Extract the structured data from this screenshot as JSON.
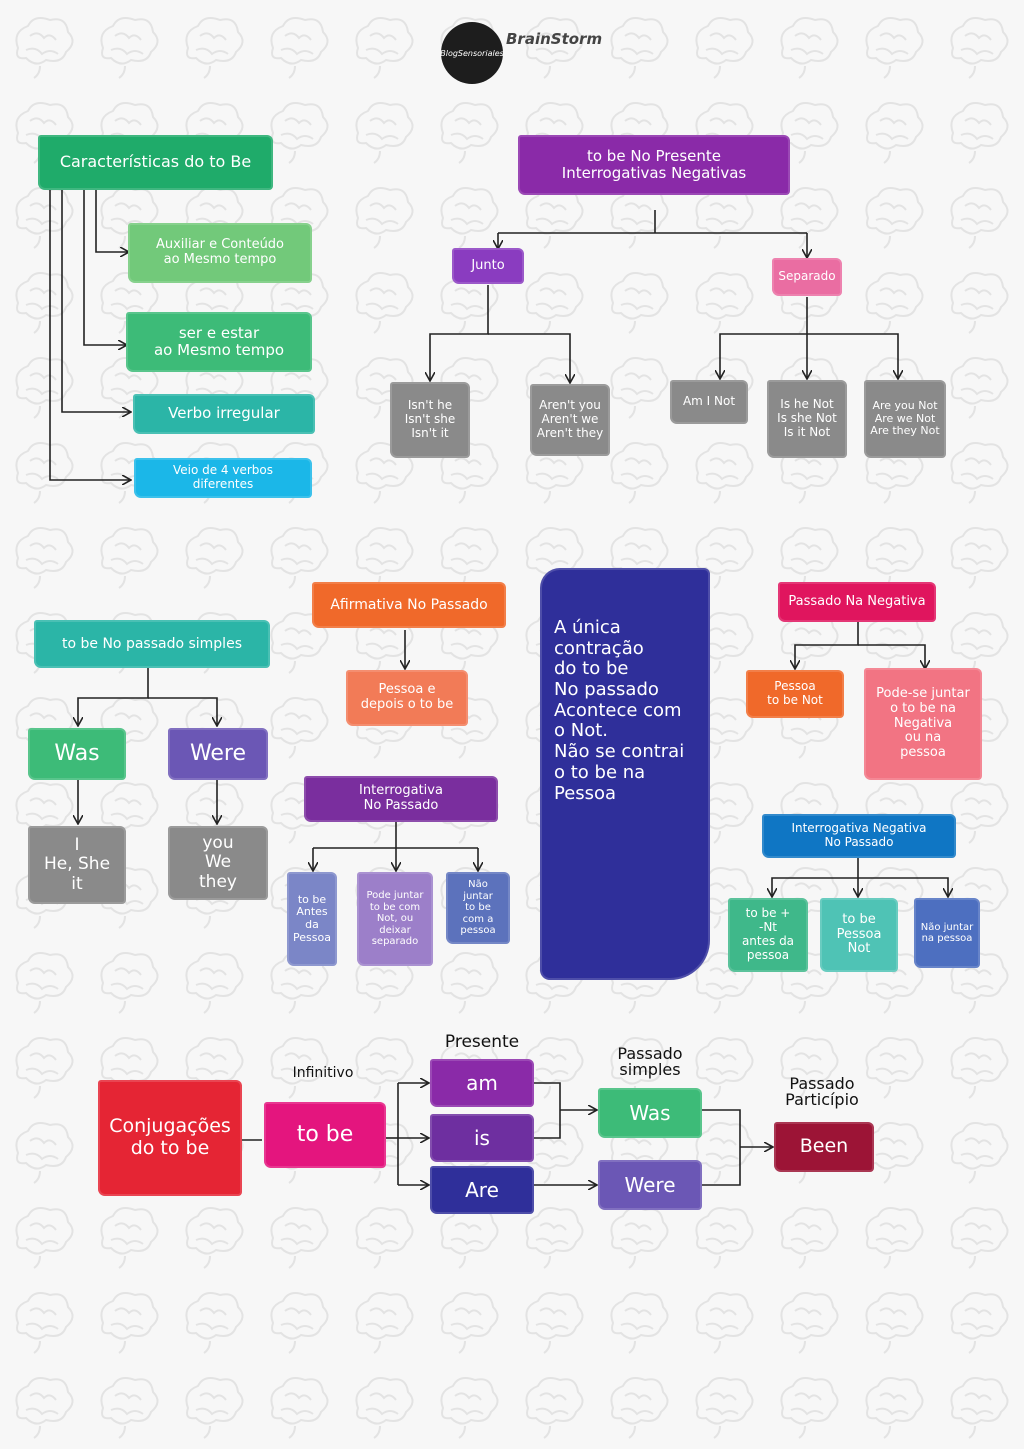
{
  "header": {
    "logo_left": "BlogSensoriales",
    "logo_right": "BrainStorm"
  },
  "colors": {
    "green": "#1fab6a",
    "purple": "#8a2aa8",
    "orange": "#f0692a",
    "pink": "#e0155e",
    "gray": "#8a8a8a",
    "teal": "#2bb5a7",
    "cyan": "#1bb7e8",
    "navy": "#2f2f9a",
    "red": "#e52534",
    "magenta": "#e4157e",
    "crimson": "#9c1436"
  },
  "section1": {
    "title": "Características do to Be",
    "items": [
      "Auxiliar e Conteúdo\nao  Mesmo tempo",
      "ser e estar\nao Mesmo tempo",
      "Verbo irregular",
      "Veio de 4 verbos\ndiferentes"
    ]
  },
  "section2": {
    "title": "to be No Presente\nInterrogativas Negativas",
    "junto": "Junto",
    "separado": "Separado",
    "junto_items": [
      "Isn't he\nIsn't she\nIsn't it",
      "Aren't you\nAren't we\nAren't they"
    ],
    "separado_items": [
      "Am I Not",
      "Is he Not\nIs she Not\nIs it Not",
      "Are you Not\nAre we Not\nAre they Not"
    ]
  },
  "section3": {
    "title": "to be No passado simples",
    "was": "Was",
    "were": "Were",
    "was_items": "I\nHe, She\nit",
    "were_items": "you\nWe\nthey"
  },
  "section4": {
    "title": "Afirmativa No Passado",
    "child": "Pessoa e\ndepois o to be"
  },
  "section5": {
    "title": "Interrogativa\nNo Passado",
    "items": [
      "to be\nAntes\nda\nPessoa",
      "Pode juntar\nto be com\nNot, ou\ndeixar\nseparado",
      "Não juntar\nto be\ncom a\npessoa"
    ]
  },
  "note": "A única\ncontração\ndo to be\nNo passado\nAcontece com\no Not.\nNão se contrai\no to be na\nPessoa",
  "section6": {
    "title": "Passado Na Negativa",
    "items": [
      "Pessoa\nto be Not",
      "Pode-se juntar\no to be na\nNegativa\nou na\npessoa"
    ]
  },
  "section7": {
    "title": "Interrogativa Negativa\nNo Passado",
    "items": [
      "to be +\n-Nt\nantes da\npessoa",
      "to be\nPessoa\nNot",
      "Não juntar\nna pessoa"
    ]
  },
  "conj": {
    "title": "Conjugações\ndo to be",
    "infinitivo_label": "Infinitivo",
    "infinitivo": "to be",
    "presente_label": "Presente",
    "presente": [
      "am",
      "is",
      "Are"
    ],
    "passado_label": "Passado\nsimples",
    "passado": [
      "Was",
      "Were"
    ],
    "participio_label": "Passado\nParticípio",
    "participio": "Been"
  }
}
